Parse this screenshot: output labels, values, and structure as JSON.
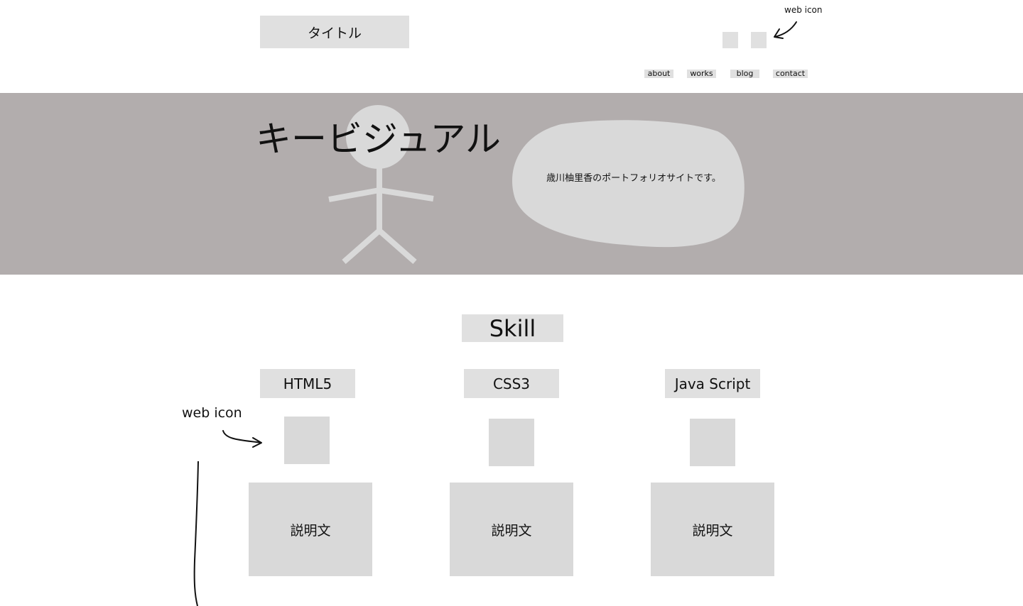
{
  "header": {
    "title": "タイトル",
    "social_annotation": "web icon",
    "nav": [
      "about",
      "works",
      "blog",
      "contact"
    ]
  },
  "hero": {
    "key_visual_label": "キービジュアル",
    "intro": "歳川柚里香のポートフォリオサイトです。"
  },
  "skills": {
    "title": "Skill",
    "annotation": "web icon",
    "items": [
      {
        "name": "HTML5",
        "desc": "説明文"
      },
      {
        "name": "CSS3",
        "desc": "説明文"
      },
      {
        "name": "Java Script",
        "desc": "説明文"
      }
    ]
  },
  "colors": {
    "hero_bg": "#b2adad",
    "placeholder": "#d9d9d9",
    "label_bg": "#e0e0e0"
  }
}
